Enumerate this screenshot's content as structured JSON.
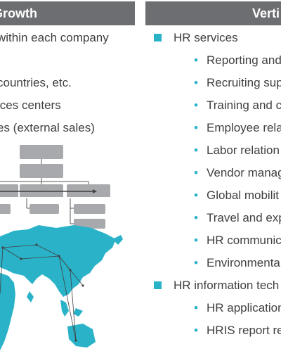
{
  "left_panel": {
    "header": "Growth",
    "lines": [
      "within each company",
      "countries, etc.",
      "ices centers",
      "es (external sales)"
    ]
  },
  "right_panel": {
    "header": "Verti",
    "items": [
      {
        "label": "HR services",
        "children": [
          "Reporting and",
          "Recruiting sup",
          "Training and c",
          "Employee rela",
          "Labor relation",
          "Vendor manag",
          "Global mobilit",
          "Travel and exp",
          "HR communic",
          "Environmenta"
        ]
      },
      {
        "label": "HR information tech",
        "children": [
          "HR application",
          "HRIS report re"
        ]
      }
    ]
  },
  "colors": {
    "header_bg": "#6d6e71",
    "accent": "#2ab3c8",
    "org_box": "#a7a9ac",
    "text": "#404040"
  }
}
